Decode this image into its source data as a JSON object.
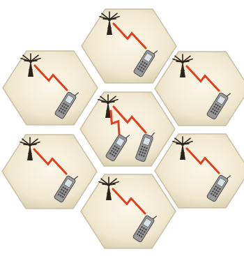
{
  "diagram": {
    "kind": "cellular-network-hexagon-cells",
    "colors": {
      "background": "#ffffff",
      "cell_fill_center": "#fbf7e9",
      "cell_fill_edge": "#d9d0b2",
      "cell_stroke": "#c9c0a3",
      "tower": "#2a241c",
      "signal": "#e23d1c",
      "phone_body": "#9a9a9a",
      "phone_dark": "#4c4c4c",
      "phone_screen": "#d8e2e6"
    },
    "icons": {
      "tower": "antenna-tower-icon",
      "phone": "mobile-phone-icon",
      "signal": "radio-link-icon"
    },
    "cells": [
      {
        "id": "top",
        "phones": 1
      },
      {
        "id": "upper-left",
        "phones": 1
      },
      {
        "id": "upper-right",
        "phones": 1
      },
      {
        "id": "center",
        "phones": 2
      },
      {
        "id": "lower-left",
        "phones": 1
      },
      {
        "id": "lower-right",
        "phones": 1
      },
      {
        "id": "bottom",
        "phones": 1
      }
    ]
  }
}
